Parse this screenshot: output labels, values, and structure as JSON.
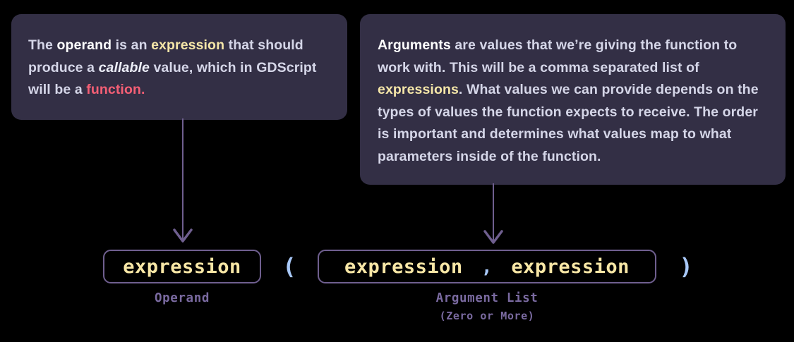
{
  "background_color": "#000000",
  "callouts": [
    {
      "id": "operand",
      "text_segments": [
        {
          "t": "The ",
          "style": "normal"
        },
        {
          "t": "operand",
          "style": "bold"
        },
        {
          "t": " is an ",
          "style": "normal"
        },
        {
          "t": "expression",
          "style": "yellow"
        },
        {
          "t": " that should produce a ",
          "style": "normal"
        },
        {
          "t": "callable",
          "style": "italic"
        },
        {
          "t": " value, which in GDScript will be a ",
          "style": "normal"
        },
        {
          "t": "function",
          "style": "red"
        },
        {
          "t": ".",
          "style": "normal"
        }
      ],
      "plain_text": "The operand is an expression that should produce a callable value, which in GDScript will be a function."
    },
    {
      "id": "arguments",
      "text_segments": [
        {
          "t": "Arguments",
          "style": "bold"
        },
        {
          "t": " are values that we’re giving the function to work with. This will be a comma separated list of ",
          "style": "normal"
        },
        {
          "t": "expressions",
          "style": "yellow"
        },
        {
          "t": ". What values we can provide depends on the types of values the function expects to receive. The order is important and determines what values map to what parameters inside of the function.",
          "style": "normal"
        }
      ],
      "plain_text": "Arguments are values that we’re giving the function to work with. This will be a comma separated list of expressions. What values we can provide depends on the types of values the function expects to receive. The order is important and determines what values map to what parameters inside of the function."
    }
  ],
  "syntax": {
    "operand_box": {
      "token": "expression",
      "caption": "Operand"
    },
    "paren_open": "(",
    "paren_close": ")",
    "argument_list_box": {
      "token_left": "expression",
      "separator": ",",
      "token_right": "expression",
      "caption": "Argument List",
      "caption_sub": "(Zero or More)"
    }
  },
  "arrows": [
    {
      "name": "arrow-operand",
      "from": "callout-operand",
      "to": "operand-box"
    },
    {
      "name": "arrow-arguments",
      "from": "callout-arguments",
      "to": "argument-list-box"
    }
  ],
  "colors": {
    "card_bg": "#332f45",
    "body_text": "#d5d6e8",
    "bold_text": "#ffffff",
    "keyword_yellow": "#f5e6a8",
    "keyword_red": "#f55f75",
    "token_text": "#f8e7a6",
    "token_border": "#6f5f8f",
    "paren_blue": "#a8c8f8",
    "caption_purple": "#7a6aa0",
    "arrow": "#6f5f8f"
  }
}
